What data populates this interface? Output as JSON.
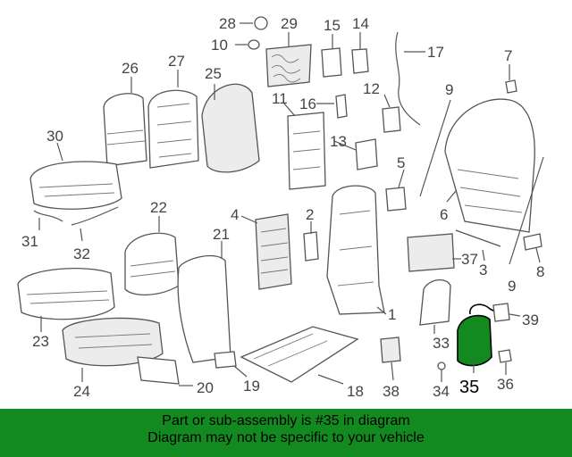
{
  "callouts": {
    "p1": "1",
    "p2": "2",
    "p3": "3",
    "p4": "4",
    "p5": "5",
    "p6": "6",
    "p7": "7",
    "p8": "8",
    "p9a": "9",
    "p9b": "9",
    "p10": "10",
    "p11": "11",
    "p12": "12",
    "p13": "13",
    "p14": "14",
    "p15": "15",
    "p16": "16",
    "p17": "17",
    "p18": "18",
    "p19": "19",
    "p20": "20",
    "p21": "21",
    "p22": "22",
    "p23": "23",
    "p24": "24",
    "p25": "25",
    "p26": "26",
    "p27": "27",
    "p28": "28",
    "p29": "29",
    "p30": "30",
    "p31": "31",
    "p32": "32",
    "p33": "33",
    "p34": "34",
    "p35": "35",
    "p36": "36",
    "p37": "37",
    "p38": "38",
    "p39": "39"
  },
  "highlighted_part": "35",
  "highlight_color": "#138a1f",
  "banner": {
    "line1": "Part or sub-assembly is #35 in diagram",
    "line2": "Diagram may not be specific to your vehicle",
    "color": "#138a1f"
  }
}
